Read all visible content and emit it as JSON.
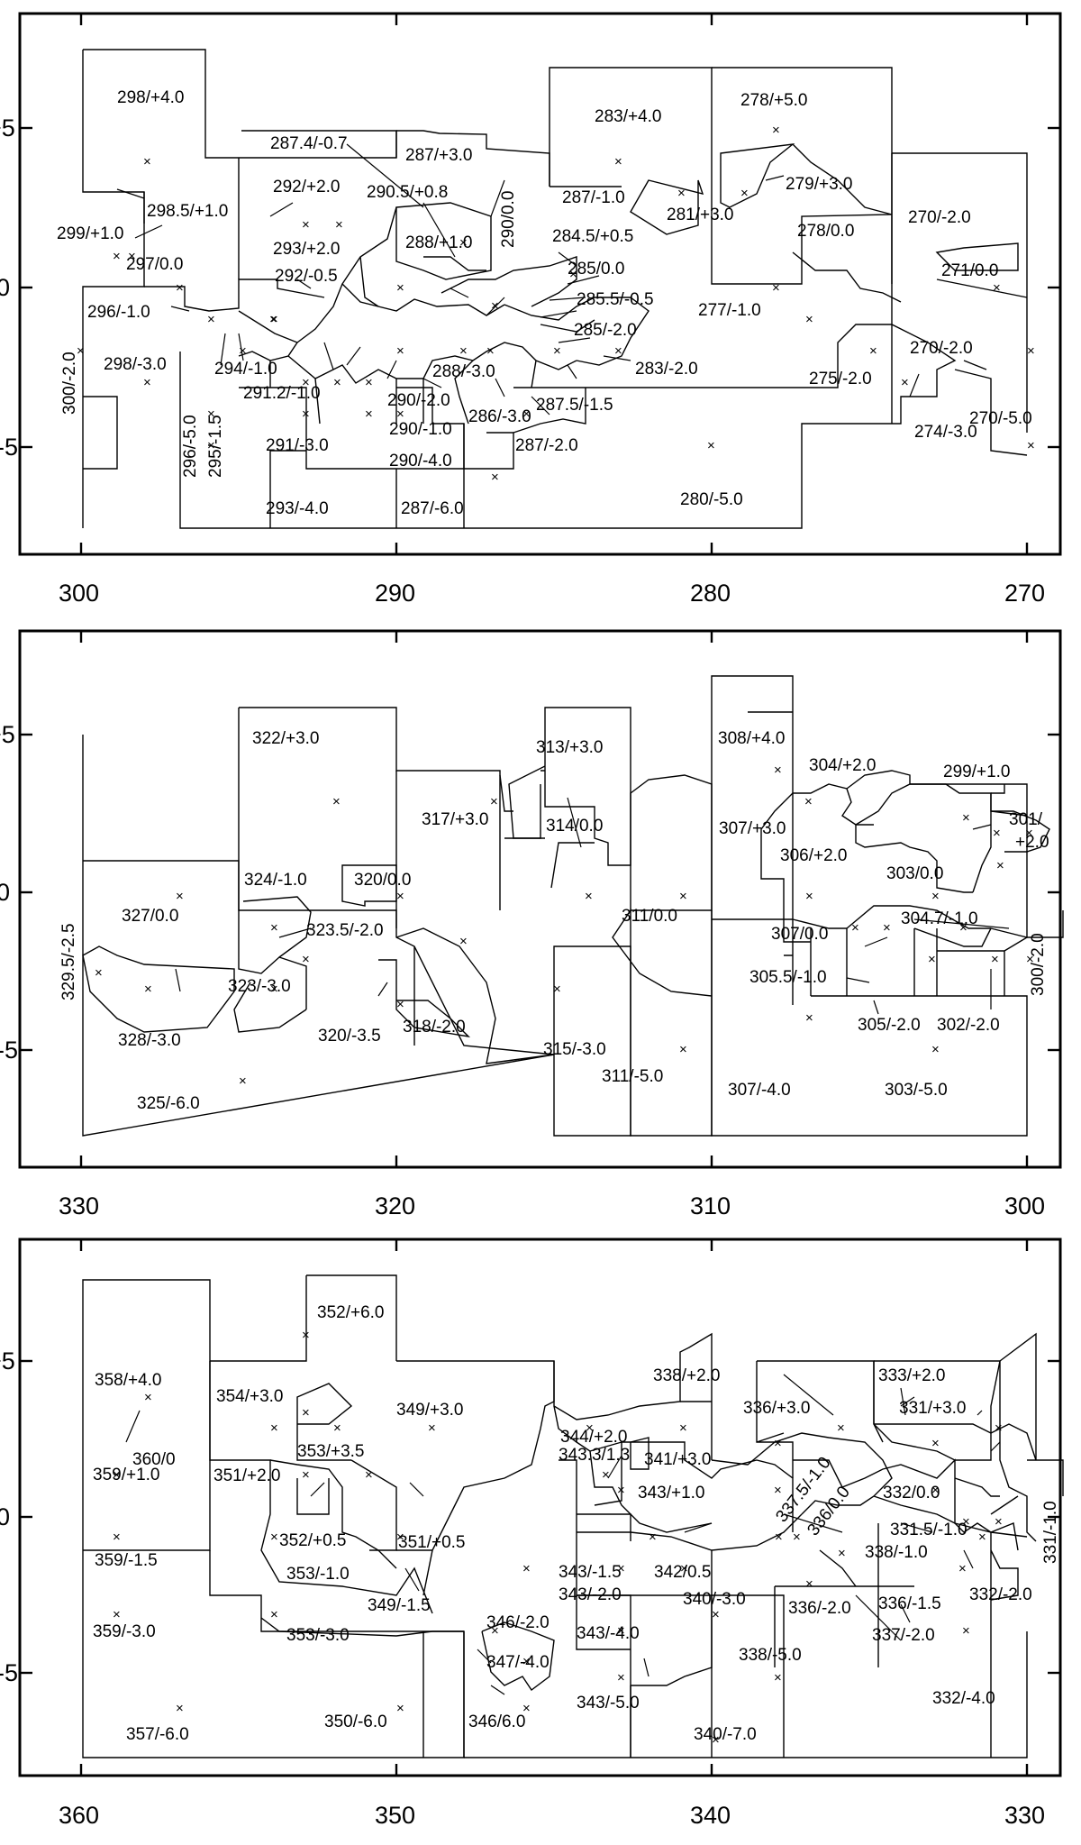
{
  "panels": [
    {
      "id": "top",
      "x_ticks": [
        "300",
        "290",
        "280",
        "270"
      ],
      "y_ticks": [
        "+5",
        "0",
        "-5"
      ],
      "labels": [
        "298/+4.0",
        "287.4/-0.7",
        "287/+3.0",
        "283/+4.0",
        "278/+5.0",
        "292/+2.0",
        "290.5/+0.8",
        "290/0.0",
        "279/+3.0",
        "298.5/+1.0",
        "287/-1.0",
        "281/+3.0",
        "299/+1.0",
        "293/+2.0",
        "288/+1.0",
        "284.5/+0.5",
        "278/0.0",
        "270/-2.0",
        "297/0.0",
        "292/-0.5",
        "285/0.0",
        "271/0.0",
        "296/-1.0",
        "285.5/-0.5",
        "277/-1.0",
        "285/-2.0",
        "300/-2.0",
        "298/-3.0",
        "294/-1.0",
        "288/-3.0",
        "283/-2.0",
        "270/-2.0",
        "296/-5.0",
        "295/-1.5",
        "291.2/-1.0",
        "290/-2.0",
        "287.5/-1.5",
        "275/-2.0",
        "290/-1.0",
        "286/-3.0",
        "274/-3.0",
        "291/-3.0",
        "290/-4.0",
        "287/-2.0",
        "270/-5.0",
        "293/-4.0",
        "287/-6.0",
        "280/-5.0"
      ]
    },
    {
      "id": "middle",
      "x_ticks": [
        "330",
        "320",
        "310",
        "300"
      ],
      "y_ticks": [
        "+5",
        "0",
        "-5"
      ],
      "labels": [
        "322/+3.0",
        "313/+3.0",
        "308/+4.0",
        "304/+2.0",
        "299/+1.0",
        "317/+3.0",
        "314/0.0",
        "307/+3.0",
        "301/",
        "+2.0",
        "306/+2.0",
        "324/-1.0",
        "320/0.0",
        "303/0.0",
        "327/0.0",
        "311/0.0",
        "307/0.0",
        "304.7/-1.0",
        "323.5/-2.0",
        "329.5/-2.5",
        "305.5/-1.0",
        "300/-2.0",
        "323/-3.0",
        "305/-2.0",
        "302/-2.0",
        "328/-3.0",
        "320/-3.5",
        "318/-2.0",
        "315/-3.0",
        "311/-5.0",
        "307/-4.0",
        "303/-5.0",
        "325/-6.0"
      ]
    },
    {
      "id": "bottom",
      "x_ticks": [
        "360",
        "350",
        "340",
        "330"
      ],
      "y_ticks": [
        "+5",
        "0",
        "-5"
      ],
      "labels": [
        "352/+6.0",
        "338/+2.0",
        "333/+2.0",
        "358/+4.0",
        "354/+3.0",
        "349/+3.0",
        "336/+3.0",
        "331/+3.0",
        "344/+2.0",
        "360/0",
        "343.3/1.3",
        "341/+3.0",
        "359/+1.0",
        "353/+3.5",
        "351/+2.0",
        "343/+1.0",
        "337.5/-1.0",
        "332/0.0",
        "336/0.0",
        "352/+0.5",
        "351/+0.5",
        "331.5/-1.0",
        "359/-1.5",
        "353/-1.0",
        "338/-1.0",
        "331/-1.0",
        "343/-1.5",
        "342/0.5",
        "336/-1.5",
        "349/-1.5",
        "343/-2.0",
        "340/-3.0",
        "336/-2.0",
        "332/-2.0",
        "359/-3.0",
        "353/-3.0",
        "346/-2.0",
        "337/-2.0",
        "343/-4.0",
        "347/-4.0",
        "338/-5.0",
        "343/-5.0",
        "332/-4.0",
        "350/-6.0",
        "346/6.0",
        "357/-6.0",
        "340/-7.0"
      ]
    }
  ]
}
